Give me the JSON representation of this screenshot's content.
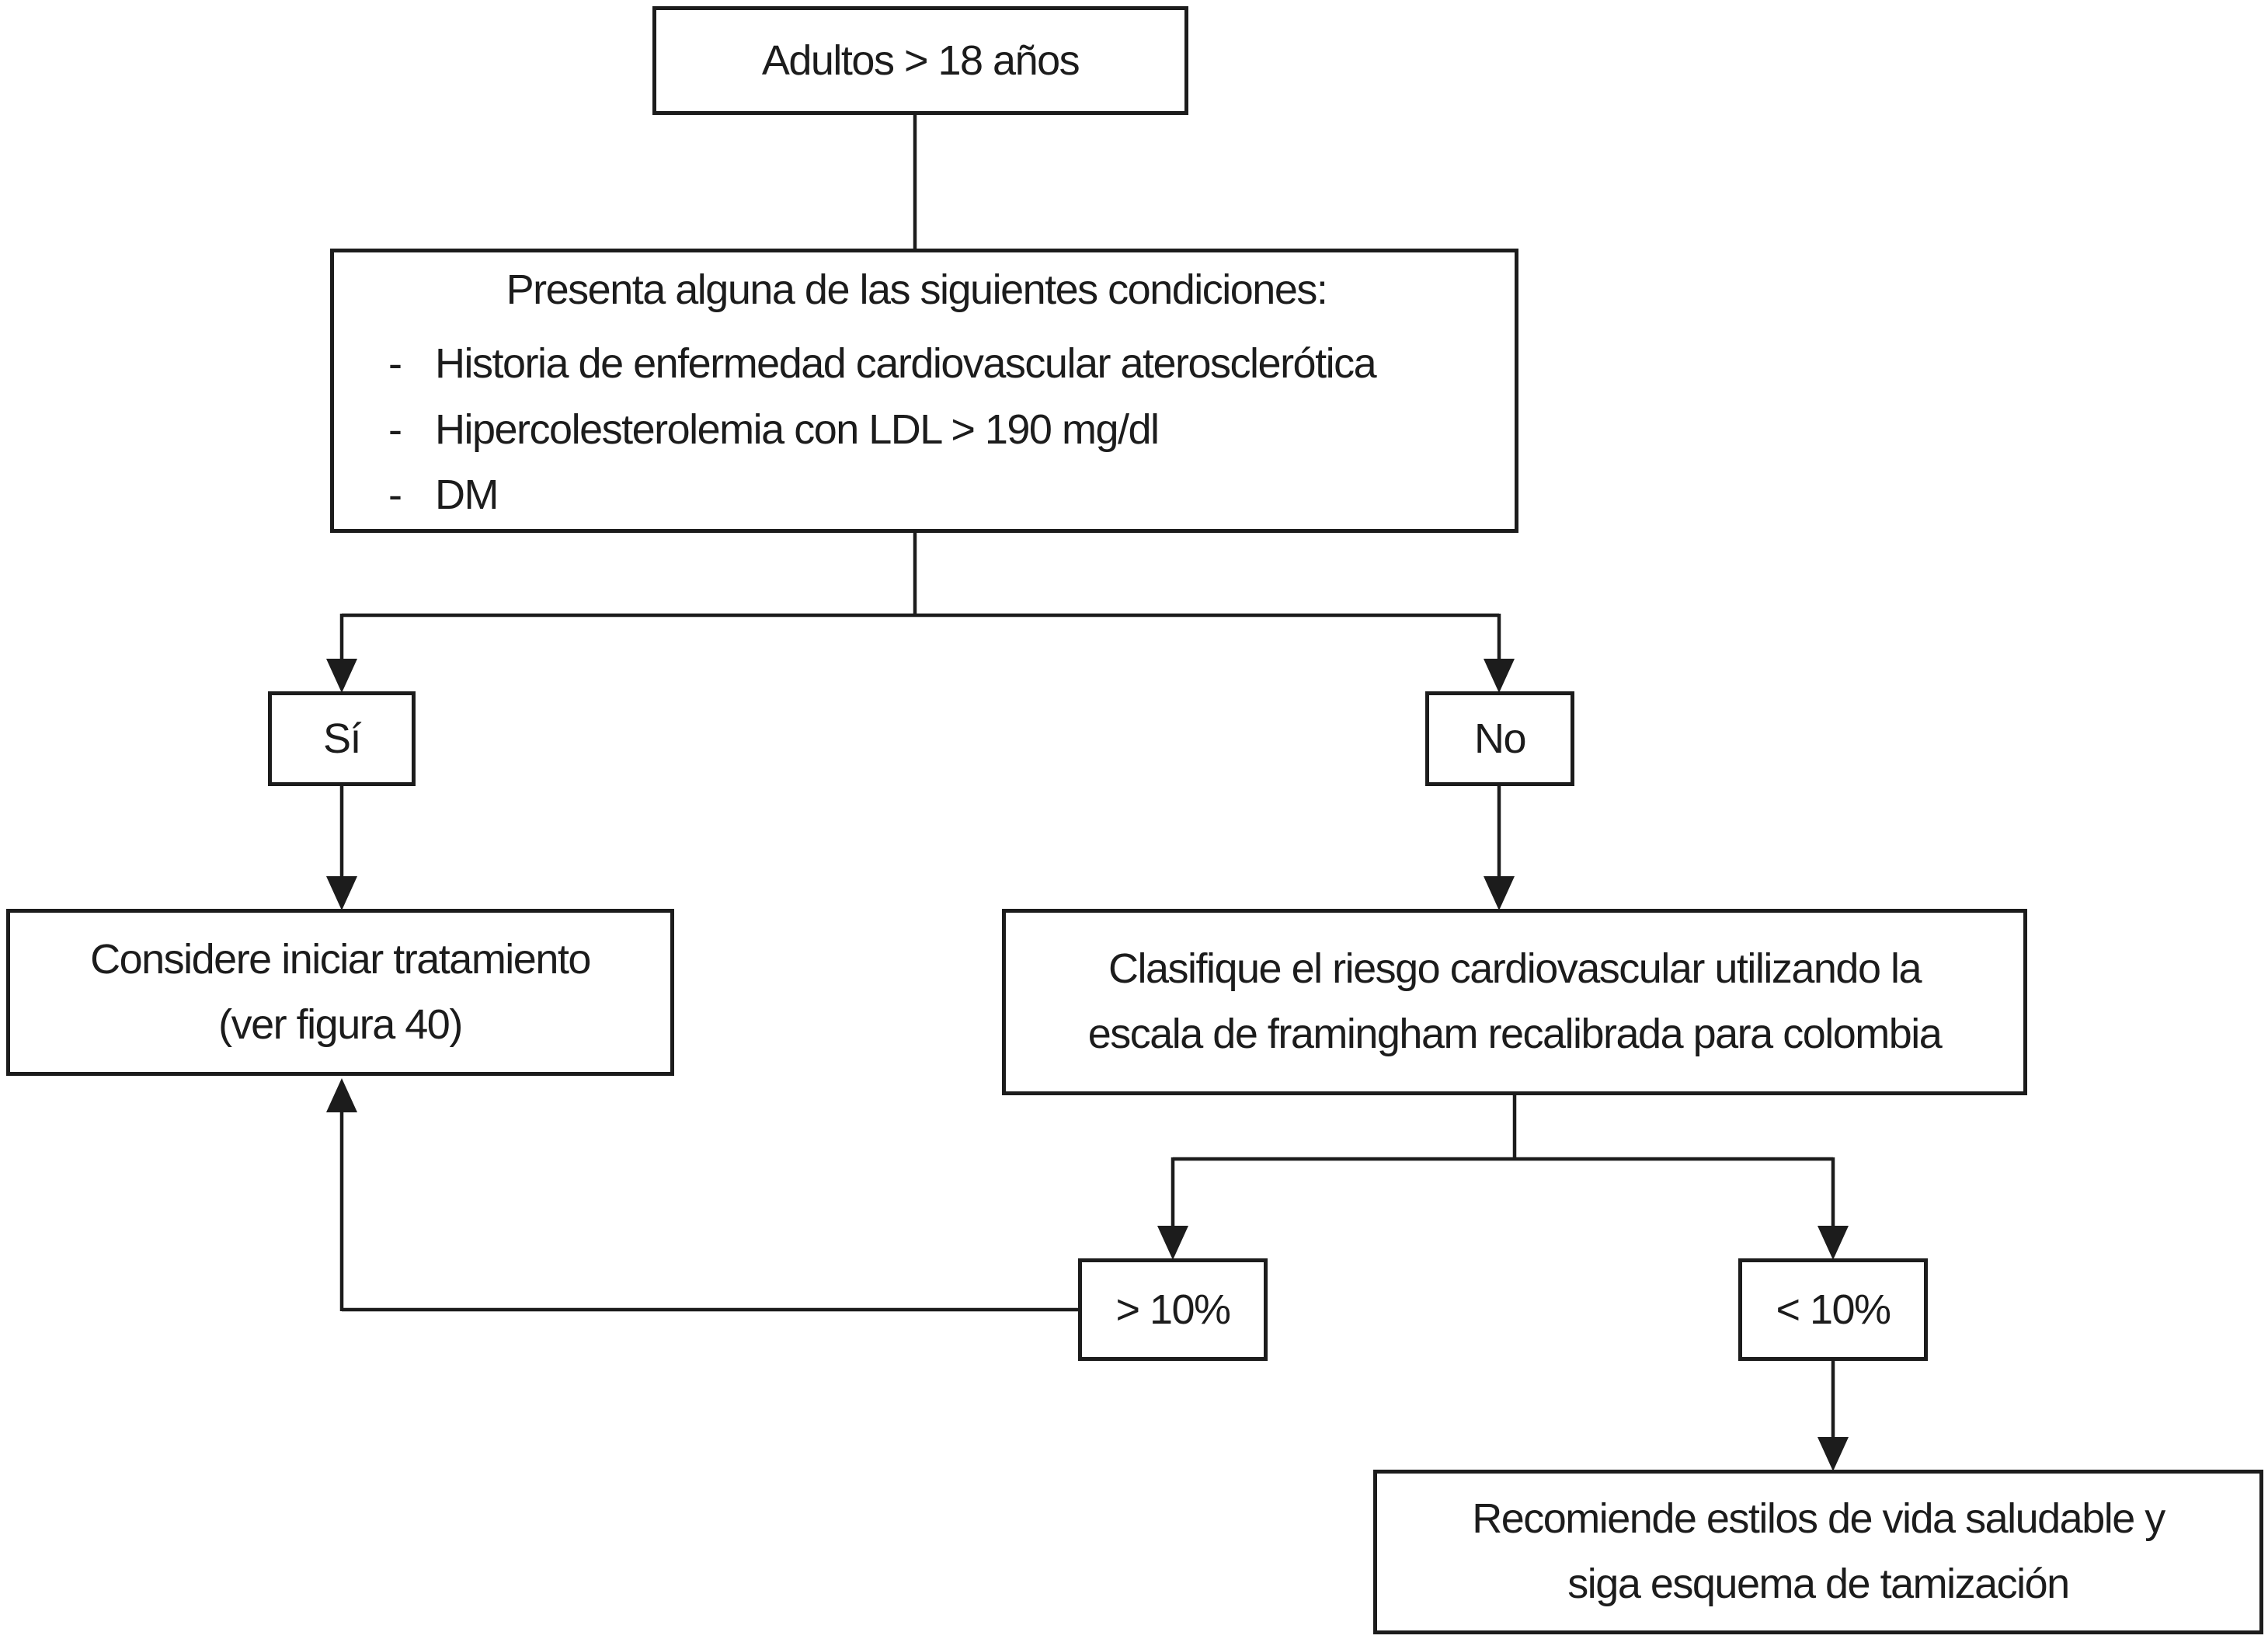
{
  "diagram": {
    "title_hint": "Algoritmo de tamización de riesgo cardiovascular",
    "colors": {
      "background": "#ffffff",
      "line": "#1c1c1c",
      "box_background": "#ffffff",
      "text": "#1c1c1c"
    },
    "nodes": {
      "adults": {
        "label": "Adultos > 18 años"
      },
      "conditions": {
        "title": "Presenta alguna de las siguientes condiciones:",
        "bullet": "-",
        "items": [
          "Historia de enfermedad cardiovascular aterosclerótica",
          "Hipercolesterolemia con LDL > 190 mg/dl",
          "DM"
        ]
      },
      "yes": {
        "label": "Sí"
      },
      "no": {
        "label": "No"
      },
      "treat": {
        "lines": [
          "Considere iniciar tratamiento",
          "(ver figura 40)"
        ]
      },
      "classify": {
        "lines": [
          "Clasifique el riesgo cardiovascular utilizando la",
          "escala de framingham recalibrada para colombia"
        ]
      },
      "gt10": {
        "label": "> 10%"
      },
      "lt10": {
        "label": "< 10%"
      },
      "recommend": {
        "lines": [
          "Recomiende estilos de vida saludable y",
          "siga esquema de tamización"
        ]
      }
    }
  }
}
